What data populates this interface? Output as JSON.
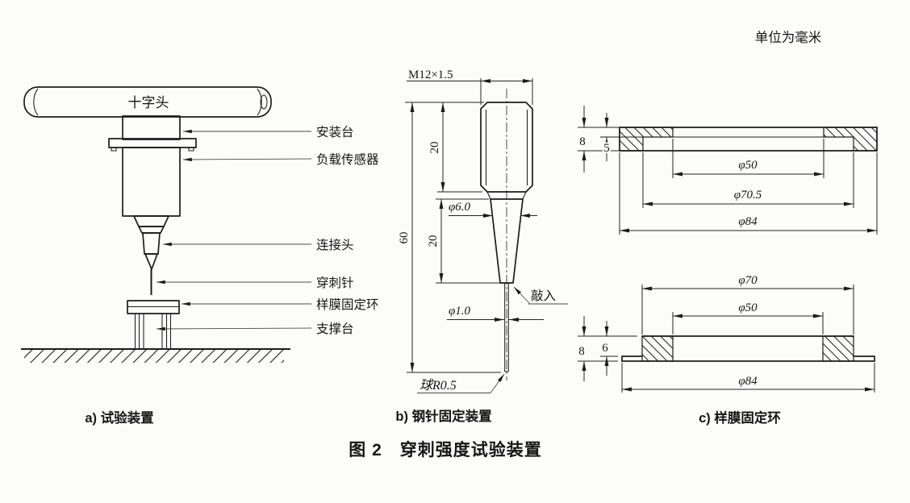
{
  "header": {
    "units_note": "单位为毫米"
  },
  "figure_title": "图 2　穿刺强度试验装置",
  "sub_a": {
    "caption": "a) 试验装置",
    "crosshead_label": "十字头",
    "part_labels": [
      "安装台",
      "负载传感器",
      "连接头",
      "穿刺针",
      "样膜固定环",
      "支撑台"
    ]
  },
  "sub_b": {
    "caption": "b) 钢针固定装置",
    "thread_spec": "M12×1.5",
    "overall_length": "60",
    "shank_length": "20",
    "taper_length": "20",
    "shank_dia": "φ6.0",
    "needle_dia": "φ1.0",
    "knock_in_label": "敲入",
    "tip_spec": "球R0.5"
  },
  "sub_c": {
    "caption": "c) 样膜固定环",
    "top_ring": {
      "thickness": "8",
      "step_depth": "5",
      "inner_dia": "φ50",
      "recess_dia": "φ70.5",
      "outer_dia": "φ84"
    },
    "bottom_ring": {
      "top_dia": "φ70",
      "inner_dia": "φ50",
      "height": "8",
      "step_height": "6",
      "outer_dia": "φ84"
    }
  },
  "colors": {
    "ink": "#1c1c1c",
    "paper": "#fcfcfb",
    "leader": "#4a4a4a"
  }
}
